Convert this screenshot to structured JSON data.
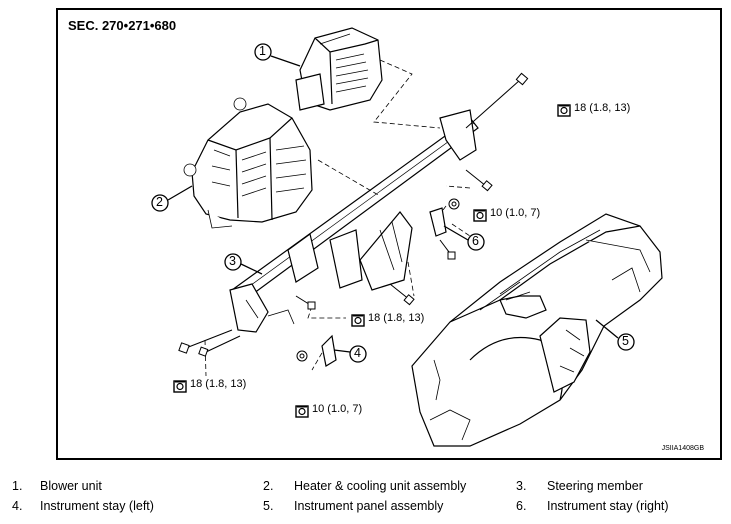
{
  "diagram": {
    "section_label": "SEC. 270•271•680",
    "image_code": "JSIIA1408GB",
    "callouts": [
      "1",
      "2",
      "3",
      "4",
      "5",
      "6"
    ],
    "torques": {
      "t1": "18 (1.8, 13)",
      "t2": "10 (1.0, 7)",
      "t3": "18 (1.8, 13)",
      "t4": "18 (1.8, 13)",
      "t5": "10 (1.0, 7)"
    }
  },
  "legend": [
    {
      "num": "1.",
      "label": "Blower unit"
    },
    {
      "num": "2.",
      "label": "Heater & cooling unit assembly"
    },
    {
      "num": "3.",
      "label": "Steering member"
    },
    {
      "num": "4.",
      "label": "Instrument stay (left)"
    },
    {
      "num": "5.",
      "label": "Instrument panel assembly"
    },
    {
      "num": "6.",
      "label": "Instrument stay (right)"
    }
  ]
}
